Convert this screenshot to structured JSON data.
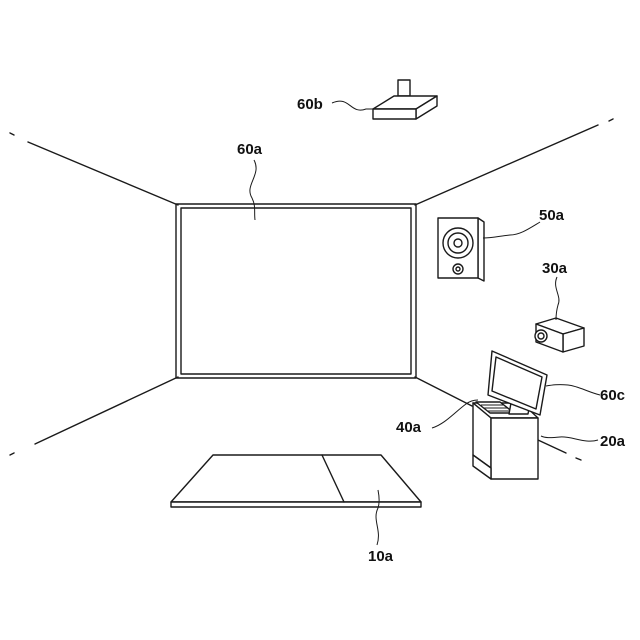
{
  "labels": {
    "projector_top": "60b",
    "screen_main": "60a",
    "speaker": "50a",
    "projector_side": "30a",
    "monitor": "60c",
    "keyboard": "40a",
    "cabinet": "20a",
    "mat": "10a"
  }
}
